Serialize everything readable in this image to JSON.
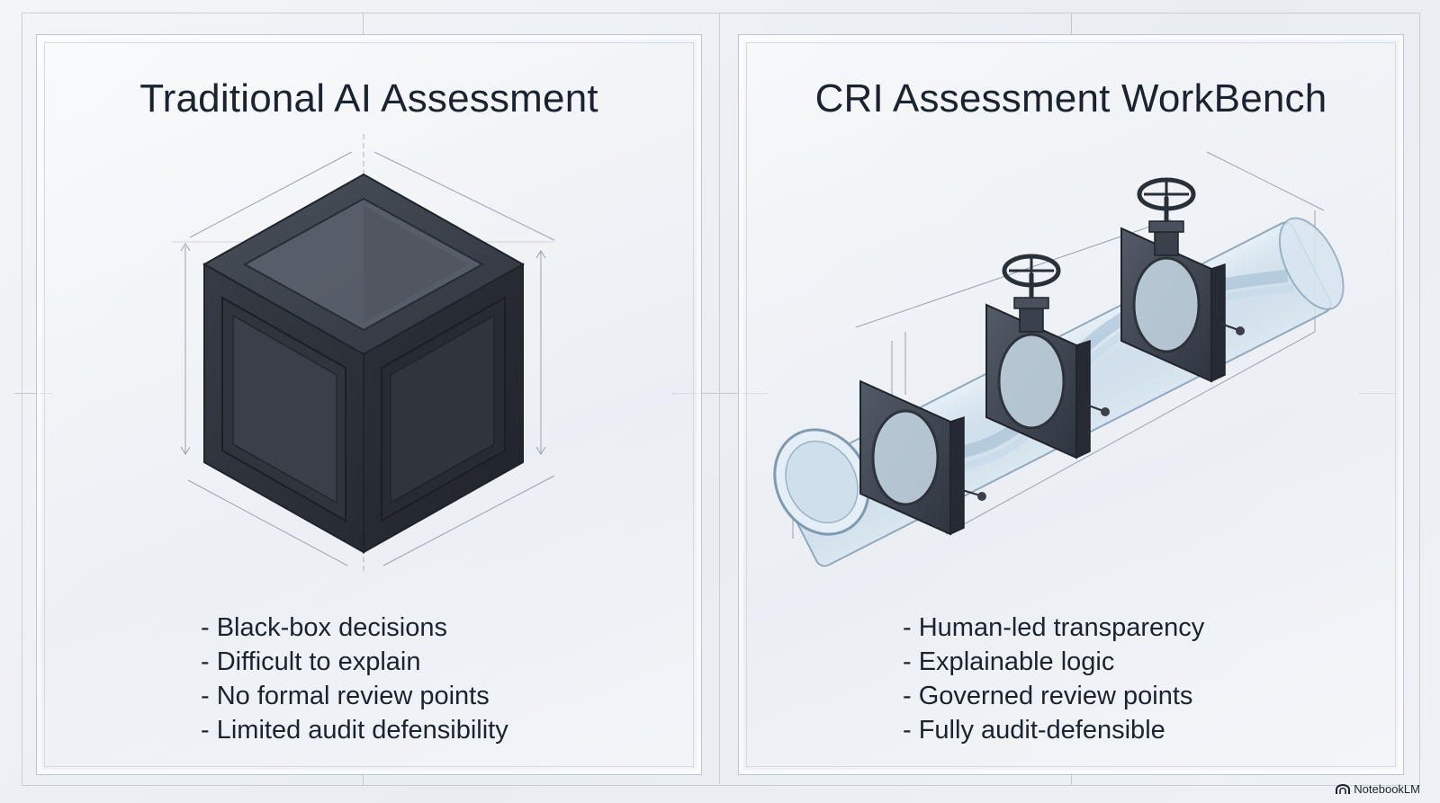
{
  "left_panel": {
    "title": "Traditional AI Assessment",
    "bullets": [
      "Black-box decisions",
      "Difficult to explain",
      "No formal review points",
      "Limited audit defensibility"
    ]
  },
  "right_panel": {
    "title": "CRI Assessment WorkBench",
    "bullets": [
      "Human-led transparency",
      "Explainable logic",
      "Governed review points",
      "Fully audit-defensible"
    ]
  },
  "brand": {
    "label": "NotebookLM",
    "icon": "notebooklm-logo-icon"
  },
  "colors": {
    "cube_dark": "#2e333d",
    "pipe_glass": "#c7dcec",
    "valve_steel": "#3a414d",
    "text": "#1c2330"
  },
  "illustrations": {
    "left": "black-box-cube-icon",
    "right": "transparent-pipe-with-valves-icon"
  }
}
